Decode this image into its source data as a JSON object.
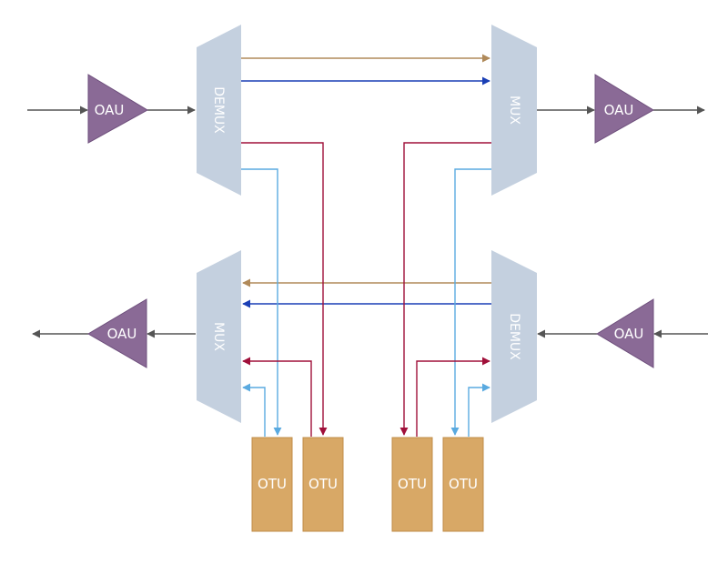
{
  "labels": {
    "oau": "OAU",
    "demux": "DEMUX",
    "mux": "MUX",
    "otu": "OTU"
  },
  "colors": {
    "oau_fill": "#8a6a96",
    "oau_stroke": "#6e4f7c",
    "mux_fill": "#c4d0df",
    "otu_fill": "#d8a866",
    "otu_stroke": "#c08c48",
    "line_gray": "#555555",
    "line_tan": "#b08a5a",
    "line_blue": "#1a3fb5",
    "line_red": "#a0103a",
    "line_lightblue": "#5aaae0"
  }
}
